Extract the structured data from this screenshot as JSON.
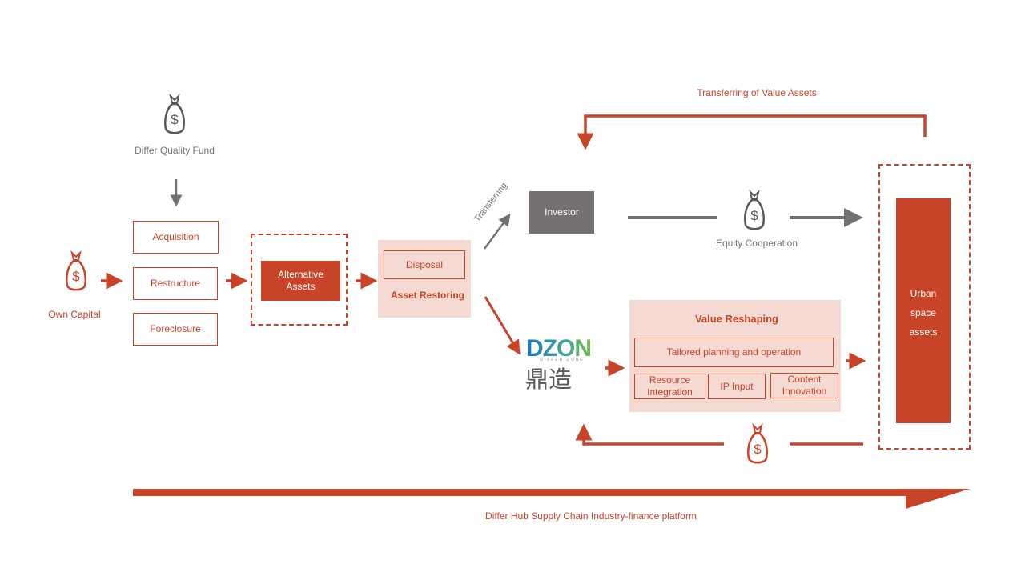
{
  "labels": {
    "differ_quality_fund": "Differ Quality Fund",
    "own_capital": "Own Capital",
    "acquisition": "Acquisition",
    "restructure": "Restructure",
    "foreclosure": "Foreclosure",
    "alternative_assets": "Alternative Assets",
    "disposal": "Disposal",
    "asset_restoring": "Asset Restoring",
    "transferring": "Transferring",
    "investor": "Investor",
    "equity_cooperation": "Equity Cooperation",
    "transferring_value_assets": "Transferring of Value Assets",
    "value_reshaping": "Value Reshaping",
    "tailored_planning": "Tailored planning and operation",
    "resource_integration": "Resource Integration",
    "ip_input": "IP Input",
    "content_innovation": "Content Innovation",
    "urban_space_assets": "Urban space assets",
    "platform": "Differ Hub Supply Chain Industry-finance platform"
  },
  "logo": {
    "text": "DZON",
    "subtext": "DIFFER ZONE",
    "cn_text": "鼎造"
  },
  "colors": {
    "accent": "#c84428",
    "grey": "#767171",
    "pink": "#f5d9d3",
    "logo_blue": "#1e73be",
    "logo_green": "#6fbf44"
  },
  "icons": {
    "money_bag": "money-bag-icon"
  }
}
